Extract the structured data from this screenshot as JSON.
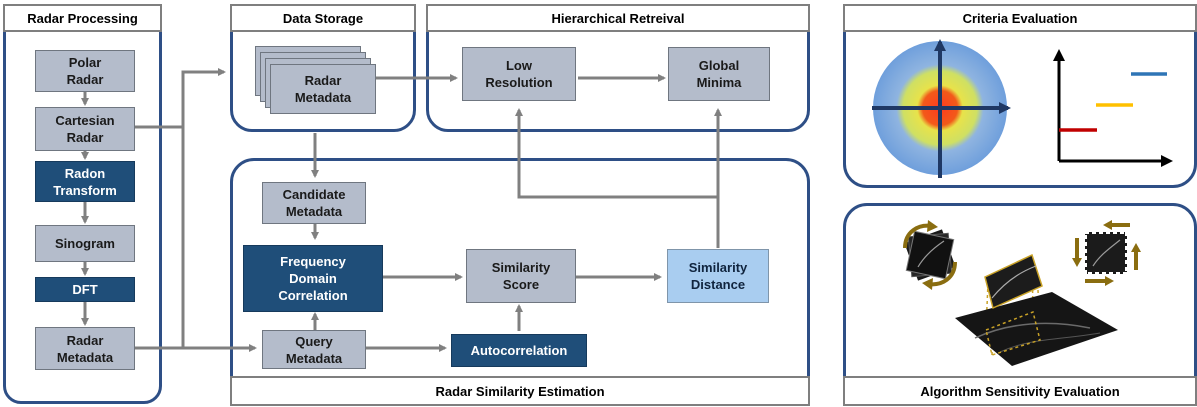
{
  "headers": {
    "radar_processing": "Radar Processing",
    "data_storage": "Data Storage",
    "hierarchical_retrieval": "Hierarchical Retreival",
    "criteria_evaluation": "Criteria Evaluation",
    "radar_similarity_estimation": "Radar Similarity Estimation",
    "algorithm_sensitivity_evaluation": "Algorithm Sensitivity Evaluation"
  },
  "nodes": {
    "polar_radar": "Polar\nRadar",
    "cartesian_radar": "Cartesian\nRadar",
    "radon_transform": "Radon\nTransform",
    "sinogram": "Sinogram",
    "dft": "DFT",
    "radar_metadata_left": "Radar\nMetadata",
    "radar_metadata_storage": "Radar\nMetadata",
    "low_resolution": "Low\nResolution",
    "global_minima": "Global\nMinima",
    "candidate_metadata": "Candidate\nMetadata",
    "frequency_domain_correlation": "Frequency\nDomain\nCorrelation",
    "similarity_score": "Similarity\nScore",
    "similarity_distance": "Similarity\nDistance",
    "query_metadata": "Query\nMetadata",
    "autocorrelation": "Autocorrelation"
  },
  "colors": {
    "panel_border": "#2e4f86",
    "header_border": "#7f7f7f",
    "node_grey": "#b4bccb",
    "node_dark": "#1f4e79",
    "node_light": "#a9cdf0",
    "arrow": "#808080",
    "chart_blue": "#2e75b6",
    "chart_yellow": "#ffc000",
    "chart_red": "#c00000"
  }
}
